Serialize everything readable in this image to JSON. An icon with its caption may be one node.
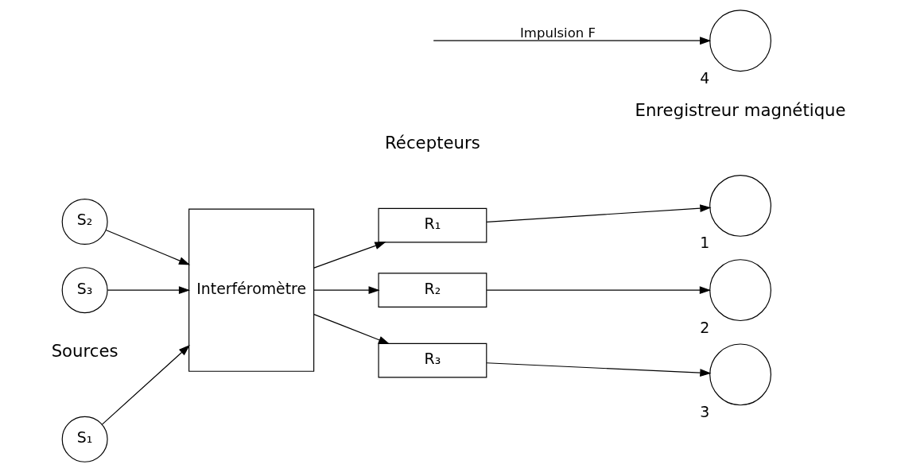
{
  "diagram": {
    "nodes": [
      {
        "text": [
          "S₁"
        ]
      },
      {
        "text": [
          "S₂"
        ]
      },
      {
        "text": [
          "S₃"
        ]
      },
      {
        "text": [
          "Interféromètre"
        ]
      },
      {
        "text": [
          "R₁"
        ]
      },
      {
        "text": [
          "R₂"
        ]
      },
      {
        "text": [
          "R₃"
        ]
      },
      {
        "text": [],
        "shape": "circle",
        "beside": [
          "1"
        ]
      },
      {
        "text": [],
        "shape": "circle",
        "beside": [
          "2"
        ]
      },
      {
        "text": [],
        "shape": "circle",
        "beside": [
          "3"
        ]
      },
      {
        "text": [],
        "shape": "circle",
        "beside": [
          "4"
        ]
      }
    ],
    "edges": [
      {
        "from": 0,
        "to": 3,
        "arrow": "to"
      },
      {
        "from": 1,
        "to": 3,
        "arrow": "to"
      },
      {
        "from": 2,
        "to": 3,
        "arrow": "to"
      },
      {
        "from": 3,
        "to": 4,
        "arrow": "to"
      },
      {
        "from": 3,
        "to": 5,
        "arrow": "to"
      },
      {
        "from": 3,
        "to": 6,
        "arrow": "to"
      },
      {
        "from": 4,
        "to": 7,
        "arrow": "to"
      },
      {
        "from": 5,
        "to": 8,
        "arrow": "to"
      },
      {
        "from": 6,
        "to": 9,
        "arrow": "to"
      },
      {
        "from": null,
        "to": 10,
        "arrow": "to",
        "label": "Impulsion F"
      }
    ],
    "labels": [
      "Enregistreur magnétique",
      "Sources",
      "Récepteurs"
    ]
  }
}
